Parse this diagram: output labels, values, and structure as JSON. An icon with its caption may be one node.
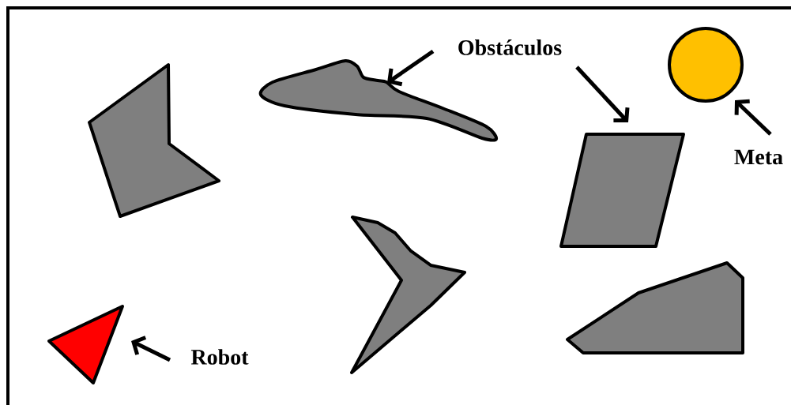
{
  "diagram": {
    "nodes": [
      {
        "text": [
          "Obstáculos"
        ]
      },
      {
        "text": [],
        "shape": "blob"
      },
      {
        "text": [],
        "shape": "circle"
      },
      {
        "text": [],
        "shape": "polygon"
      },
      {
        "text": [
          "Meta"
        ]
      },
      {
        "text": [],
        "shape": "polygon"
      },
      {
        "text": [],
        "shape": "polygon"
      },
      {
        "text": [],
        "shape": "polygon"
      },
      {
        "text": [],
        "shape": "triangle"
      },
      {
        "text": [
          "Robot"
        ]
      }
    ],
    "edges": [
      {
        "from": 0,
        "to": 1,
        "arrow": "to"
      },
      {
        "from": 0,
        "to": 5,
        "arrow": "to"
      },
      {
        "from": 4,
        "to": 2,
        "arrow": "to"
      },
      {
        "from": 9,
        "to": 8,
        "arrow": "to"
      }
    ]
  }
}
